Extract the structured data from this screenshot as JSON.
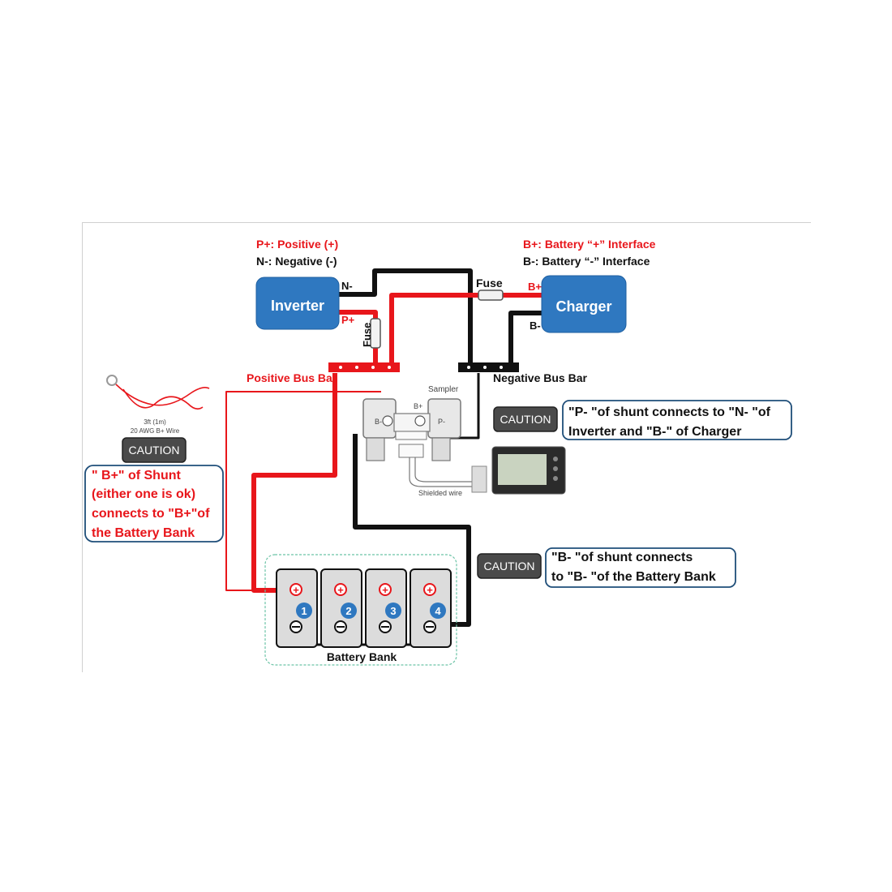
{
  "legend_left": {
    "line1": "P+: Positive (+)",
    "line2": "N-: Negative (-)"
  },
  "legend_right": {
    "line1": "B+: Battery “+” Interface",
    "line2": "B-: Battery “-” Interface"
  },
  "inverter": {
    "label": "Inverter",
    "n_terminal": "N-",
    "p_terminal": "P+"
  },
  "charger": {
    "label": "Charger",
    "b_plus": "B+",
    "b_minus": "B-"
  },
  "fuse_top": "Fuse",
  "fuse_vertical": "Fuse",
  "positive_bus_bar": "Positive Bus Bar",
  "negative_bus_bar": "Negative Bus Bar",
  "shunt": {
    "sampler": "Sampler",
    "b_minus": "B-",
    "b_plus": "B+",
    "p_minus": "P-",
    "shielded_wire": "Shielded wire"
  },
  "wire_note": {
    "line1": "3ft (1m)",
    "line2": "20 AWG B+ Wire"
  },
  "caution": {
    "label": "CAUTION",
    "left": {
      "line1": "\" B+\" of Shunt",
      "line2": "(either one is ok)",
      "line3": "connects to \"B+\"of",
      "line4": "the Battery Bank"
    },
    "right_top": {
      "line1": "\"P- \"of shunt connects to \"N- \"of",
      "line2": "Inverter and \"B-\" of Charger"
    },
    "right_bottom": {
      "line1": "\"B- \"of shunt connects",
      "line2": "to \"B- \"of the Battery Bank"
    }
  },
  "battery_bank": {
    "label": "Battery Bank",
    "cells": [
      "1",
      "2",
      "3",
      "4"
    ]
  },
  "colors": {
    "positive": "#e8161b",
    "negative": "#111111",
    "device_blue": "#2f78c0",
    "caution_border": "#1f4e79"
  }
}
